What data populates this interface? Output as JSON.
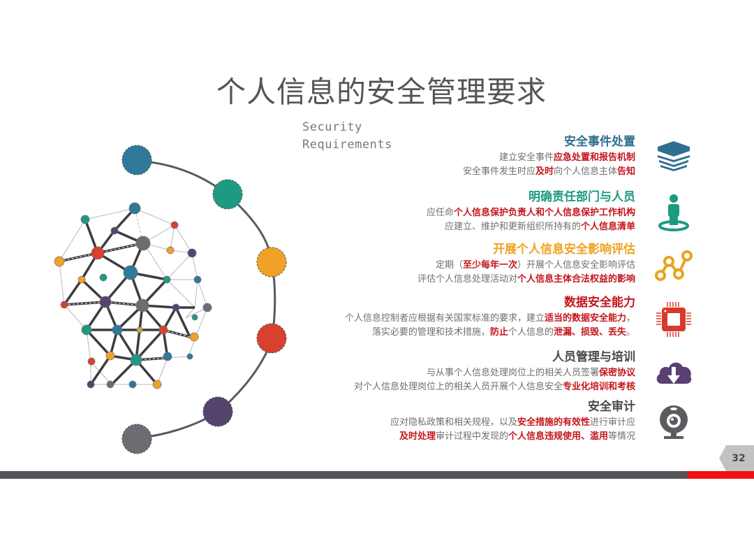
{
  "slide": {
    "title": "个人信息的安全管理要求",
    "subtitle_line1": "Security",
    "subtitle_line2": "Requirements",
    "page_number": "32",
    "colors": {
      "title": "#555558",
      "highlight": "#c4151c",
      "bottom_bar": "#57535a",
      "bottom_accent": "#ee1111"
    }
  },
  "sections": [
    {
      "heading": "安全事件处置",
      "heading_color": "#2f6e8f",
      "icon": "stacked-layers-icon",
      "icon_color": "#2f6e8f",
      "lines": [
        [
          {
            "t": "建立安全事件",
            "h": false
          },
          {
            "t": "应急处置和报告机制",
            "h": true
          }
        ],
        [
          {
            "t": "安全事件发生时应",
            "h": false
          },
          {
            "t": "及时",
            "h": true
          },
          {
            "t": "向个人信息主体",
            "h": false
          },
          {
            "t": "告知",
            "h": true
          }
        ]
      ]
    },
    {
      "heading": "明确责任部门与人员",
      "heading_color": "#1e9a80",
      "icon": "person-standing-icon",
      "icon_color": "#1e9a80",
      "lines": [
        [
          {
            "t": "应任命",
            "h": false
          },
          {
            "t": "个人信息保护负责人和个人信息保护工作机构",
            "h": true
          }
        ],
        [
          {
            "t": "应建立、维护和更新组织所持有的",
            "h": false
          },
          {
            "t": "个人信息清单",
            "h": true
          }
        ]
      ]
    },
    {
      "heading": "开展个人信息安全影响评估",
      "heading_color": "#f0a21e",
      "icon": "line-graph-nodes-icon",
      "icon_color": "#e8a31f",
      "lines": [
        [
          {
            "t": "定期（",
            "h": false
          },
          {
            "t": "至少每年一次",
            "h": true
          },
          {
            "t": "）开展个人信息安全影响评估",
            "h": false
          }
        ],
        [
          {
            "t": "评估个人信息处理活动对",
            "h": false
          },
          {
            "t": "个人信息主体合法权益的影响",
            "h": true
          }
        ]
      ]
    },
    {
      "heading": "数据安全能力",
      "heading_color": "#c4151c",
      "icon": "cpu-chip-icon",
      "icon_color": "#d63a2b",
      "lines": [
        [
          {
            "t": "个人信息控制者应根据有关国家标准的要求，建立",
            "h": false
          },
          {
            "t": "适当的数据安全能力",
            "h": true
          },
          {
            "t": "，",
            "h": false
          }
        ],
        [
          {
            "t": "落实必要的管理和技术措施，",
            "h": false
          },
          {
            "t": "防止",
            "h": true
          },
          {
            "t": "个人信息的",
            "h": false
          },
          {
            "t": "泄漏、损毁、丢失",
            "h": true
          },
          {
            "t": "。",
            "h": false
          }
        ]
      ]
    },
    {
      "heading": "人员管理与培训",
      "heading_color": "#4a4a4d",
      "icon": "cloud-download-icon",
      "icon_color": "#5a3f72",
      "lines": [
        [
          {
            "t": "与从事个人信息处理岗位上的相关人员签署",
            "h": false
          },
          {
            "t": "保密协议",
            "h": true
          }
        ],
        [
          {
            "t": "对个人信息处理岗位上的相关人员开展个人信息安全",
            "h": false
          },
          {
            "t": "专业化培训和考核",
            "h": true
          }
        ]
      ]
    },
    {
      "heading": "安全审计",
      "heading_color": "#4a4a4d",
      "icon": "webcam-icon",
      "icon_color": "#5c5c60",
      "lines": [
        [
          {
            "t": "应对隐私政策和相关规程，以及",
            "h": false
          },
          {
            "t": "安全措施的有效性",
            "h": true
          },
          {
            "t": "进行审计应",
            "h": false
          }
        ],
        [
          {
            "t": "及时处理",
            "h": true
          },
          {
            "t": "审计过程中发现的",
            "h": false
          },
          {
            "t": "个人信息违规使用、滥用",
            "h": true
          },
          {
            "t": "等情况",
            "h": false
          }
        ]
      ]
    }
  ],
  "diagram": {
    "arc_nodes": [
      {
        "color": "#2f7a9a"
      },
      {
        "color": "#1f9a82"
      },
      {
        "color": "#f0a126"
      },
      {
        "color": "#d9402e"
      },
      {
        "color": "#55446e"
      },
      {
        "color": "#6e6c72"
      }
    ]
  }
}
